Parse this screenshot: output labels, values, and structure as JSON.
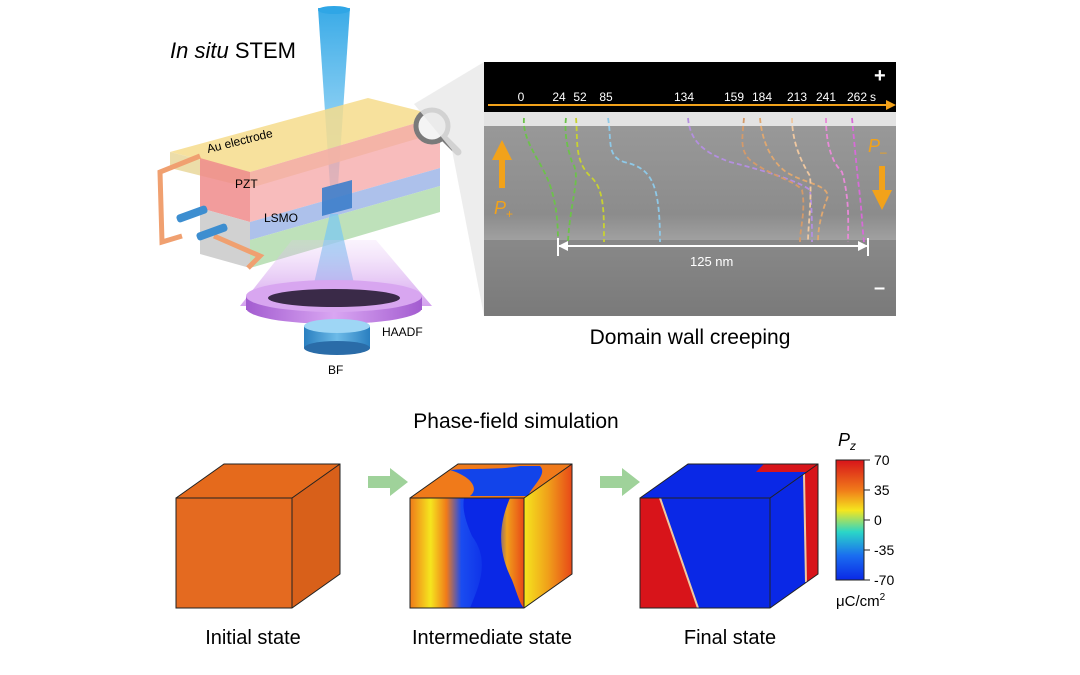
{
  "schematic": {
    "title_italic": "In situ",
    "title_rest": "STEM",
    "layers": [
      "Au electrode",
      "PZT",
      "LSMO"
    ],
    "detectors": [
      "HAADF",
      "BF"
    ]
  },
  "stem_image": {
    "time_labels": [
      "0",
      "24",
      "52",
      "85",
      "134",
      "159",
      "184",
      "213",
      "241",
      "262"
    ],
    "time_unit": "s",
    "scale_label": "125 nm",
    "plus_sign": "+",
    "minus_sign": "–",
    "p_plus": "P",
    "p_plus_sub": "+",
    "p_minus": "P",
    "p_minus_sub": "–",
    "caption": "Domain wall creeping",
    "wall_colors": [
      "#6cc24a",
      "#6cc24a",
      "#c8d230",
      "#8ec9e8",
      "#b48fe0",
      "#d49a6a",
      "#e0a870",
      "#f0c8a0",
      "#e88ad8",
      "#d76bd8"
    ]
  },
  "simulation": {
    "title": "Phase-field simulation",
    "states": [
      "Initial state",
      "Intermediate state",
      "Final state"
    ],
    "colorbar": {
      "symbol": "P",
      "subscript": "z",
      "ticks": [
        "70",
        "35",
        "0",
        "-35",
        "-70"
      ],
      "unit_main": "μC/cm",
      "unit_sup": "2",
      "colors": [
        "#d8141a",
        "#f07a1a",
        "#f5e61e",
        "#2ad6c8",
        "#1a6cf0",
        "#0a28e6"
      ]
    }
  }
}
